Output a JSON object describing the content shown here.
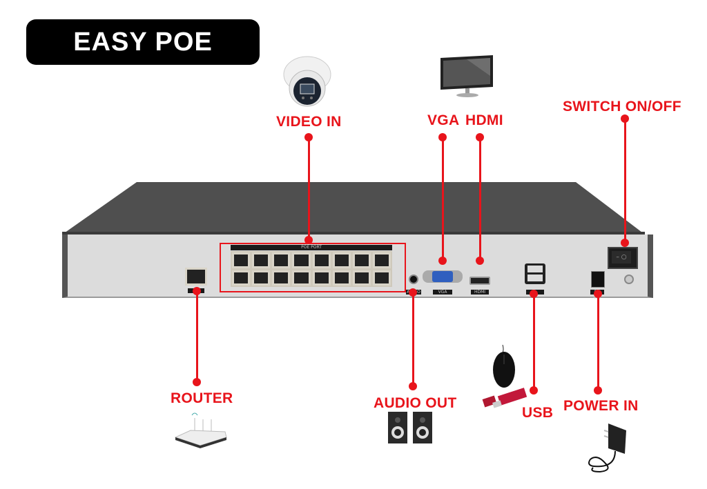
{
  "title": "EASY POE SETUP",
  "labels": {
    "video_in": "VIDEO IN",
    "vga": "VGA",
    "hdmi": "HDMI",
    "switch": "SWITCH ON/OFF",
    "router": "ROUTER",
    "audio_out": "AUDIO OUT",
    "usb": "USB",
    "power_in": "POWER IN"
  },
  "panel_markings": {
    "poe_port": "POE PORT",
    "vga": "VGA",
    "hdmi": "HDMI",
    "audio": "AUDIO",
    "usb": "⇋",
    "dc": "DC 48V"
  },
  "colors": {
    "accent": "#e8141b",
    "badge_bg": "#000000",
    "panel": "#dcdcdc",
    "chassis": "#4a4a4a"
  }
}
